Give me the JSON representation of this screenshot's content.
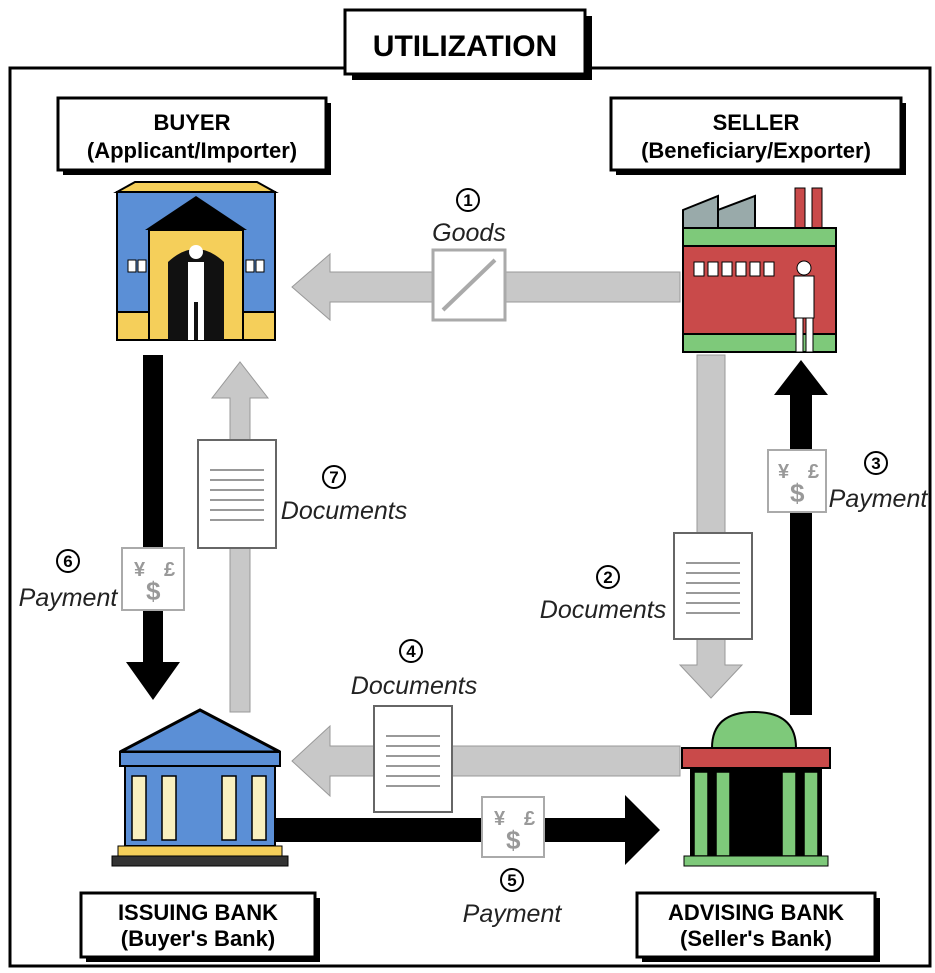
{
  "title": "UTILIZATION",
  "parties": {
    "buyer": {
      "line1": "BUYER",
      "line2": "(Applicant/Importer)"
    },
    "seller": {
      "line1": "SELLER",
      "line2": "(Beneficiary/Exporter)"
    },
    "issuing_bank": {
      "line1": "ISSUING BANK",
      "line2": "(Buyer's Bank)"
    },
    "advising_bank": {
      "line1": "ADVISING BANK",
      "line2": "(Seller's Bank)"
    }
  },
  "steps": [
    {
      "number": "1",
      "label": "Goods",
      "from": "seller",
      "to": "buyer"
    },
    {
      "number": "2",
      "label": "Documents",
      "from": "seller",
      "to": "advising_bank"
    },
    {
      "number": "3",
      "label": "Payment",
      "from": "advising_bank",
      "to": "seller"
    },
    {
      "number": "4",
      "label": "Documents",
      "from": "advising_bank",
      "to": "issuing_bank"
    },
    {
      "number": "5",
      "label": "Payment",
      "from": "issuing_bank",
      "to": "advising_bank"
    },
    {
      "number": "6",
      "label": "Payment",
      "from": "buyer",
      "to": "issuing_bank"
    },
    {
      "number": "7",
      "label": "Documents",
      "from": "issuing_bank",
      "to": "buyer"
    }
  ],
  "currency_symbols": {
    "yen": "¥",
    "dollar": "$",
    "pound": "£"
  },
  "colors": {
    "arrow_gray": "#c8c8c8",
    "arrow_black": "#000000",
    "building_blue": "#5b8fd6",
    "building_yellow": "#f5cf5a",
    "factory_red": "#c94a4a",
    "factory_green": "#7ec97a"
  }
}
